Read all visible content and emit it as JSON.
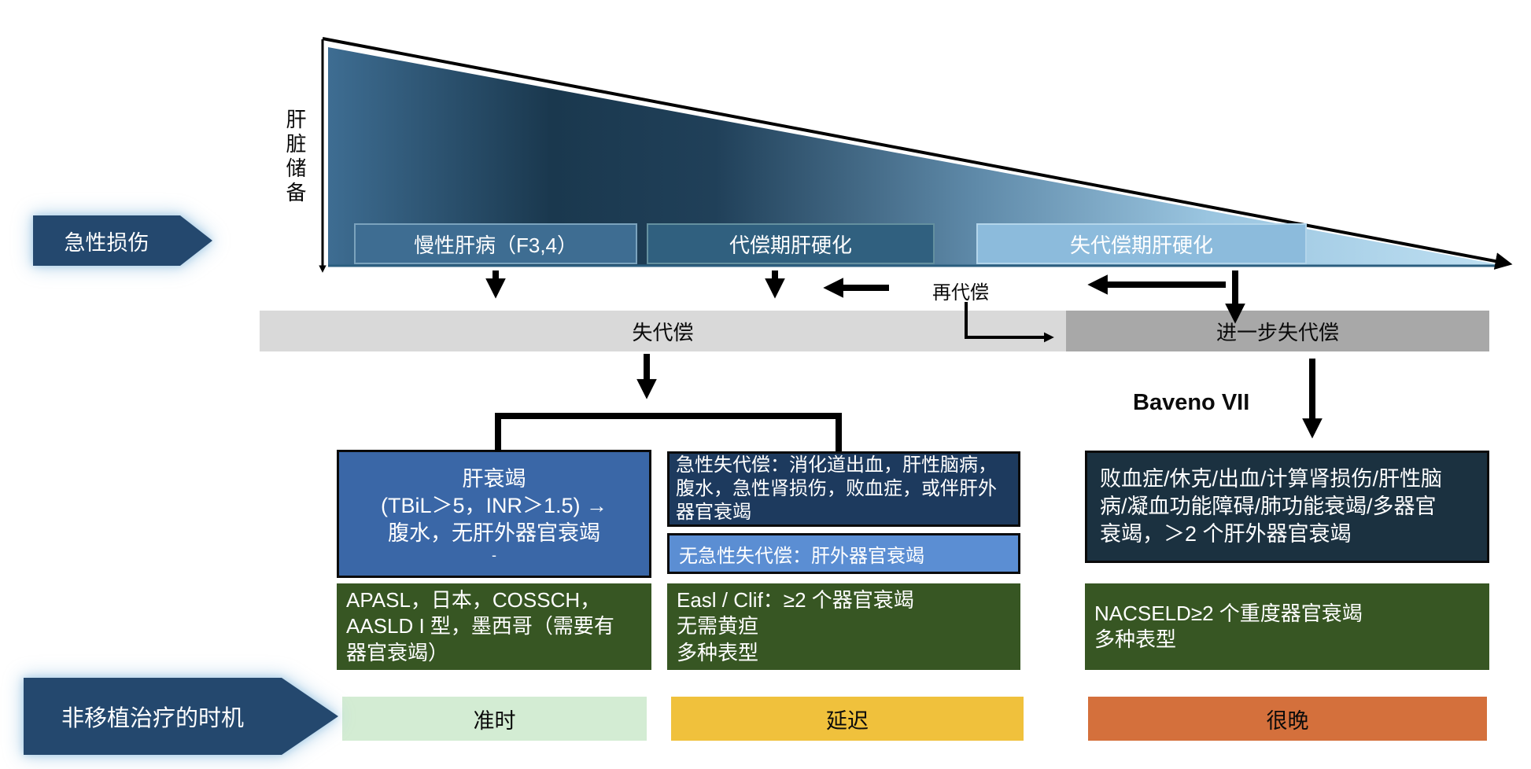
{
  "diagram": {
    "y_axis_label": "肝脏储备",
    "acute_injury_label": "急性损伤",
    "stages": [
      {
        "label": "慢性肝病（F3,4）"
      },
      {
        "label": "代偿期肝硬化"
      },
      {
        "label": "失代偿期肝硬化"
      }
    ],
    "recompensation_label": "再代偿",
    "decompensation_bar_label": "失代偿",
    "further_decompensation_bar_label": "进一步失代偿",
    "baveno_label": "Baveno VII",
    "liver_failure_box": {
      "lines": [
        "肝衰竭",
        "(TBiL＞5，INR＞1.5) →",
        "腹水，无肝外器官衰竭"
      ],
      "footnote": "-"
    },
    "acute_decompensation_box": {
      "lines": [
        "急性失代偿：消化道出血，肝性脑病，",
        "腹水，急性肾损伤，败血症，或伴肝外",
        "器官衰竭"
      ]
    },
    "non_acute_decompensation_box": {
      "text": "无急性失代偿：肝外器官衰竭"
    },
    "further_decompensation_box": {
      "lines": [
        "败血症/休克/出血/计算肾损伤/肝性脑",
        "病/凝血功能障碍/肺功能衰竭/多器官",
        "衰竭，＞2 个肝外器官衰竭"
      ]
    },
    "apasl_box": {
      "lines": [
        "APASL，日本，COSSCH，",
        "AASLD I 型，墨西哥（需要有",
        "器官衰竭）"
      ]
    },
    "easl_clif_box": {
      "lines": [
        "Easl / Clif：≥2 个器官衰竭",
        "无需黄疸",
        "多种表型"
      ]
    },
    "nacseld_box": {
      "lines": [
        "NACSELD≥2 个重度器官衰竭",
        "多种表型"
      ]
    },
    "timing_label": "非移植治疗的时机",
    "timing_on_time": "准时",
    "timing_delayed": "延迟",
    "timing_very_late": "很晚"
  },
  "colors": {
    "triangle_gradient": [
      "#3e6d92",
      "#1a384e",
      "#204059",
      "#5e89a8",
      "#9ac5e0",
      "#bfe0f2"
    ],
    "stage_chronic": "#3e6d92",
    "stage_compensated": "#30607f",
    "stage_decompensated": "#8cbbdc",
    "bar_decompensation": "#d9d9d9",
    "bar_further_decompensation": "#a8a8a8",
    "box_liver_failure": "#3a67a7",
    "box_acute_decompensation": "#1d3a5e",
    "box_non_acute_decompensation": "#5b8ed3",
    "box_further_decompensation": "#1b3140",
    "box_criteria_green": "#375623",
    "bar_on_time": "#d3ecd3",
    "bar_delayed": "#f0c13c",
    "bar_very_late": "#d4703c",
    "pentagon": "#24486e",
    "arrow": "#000000"
  }
}
